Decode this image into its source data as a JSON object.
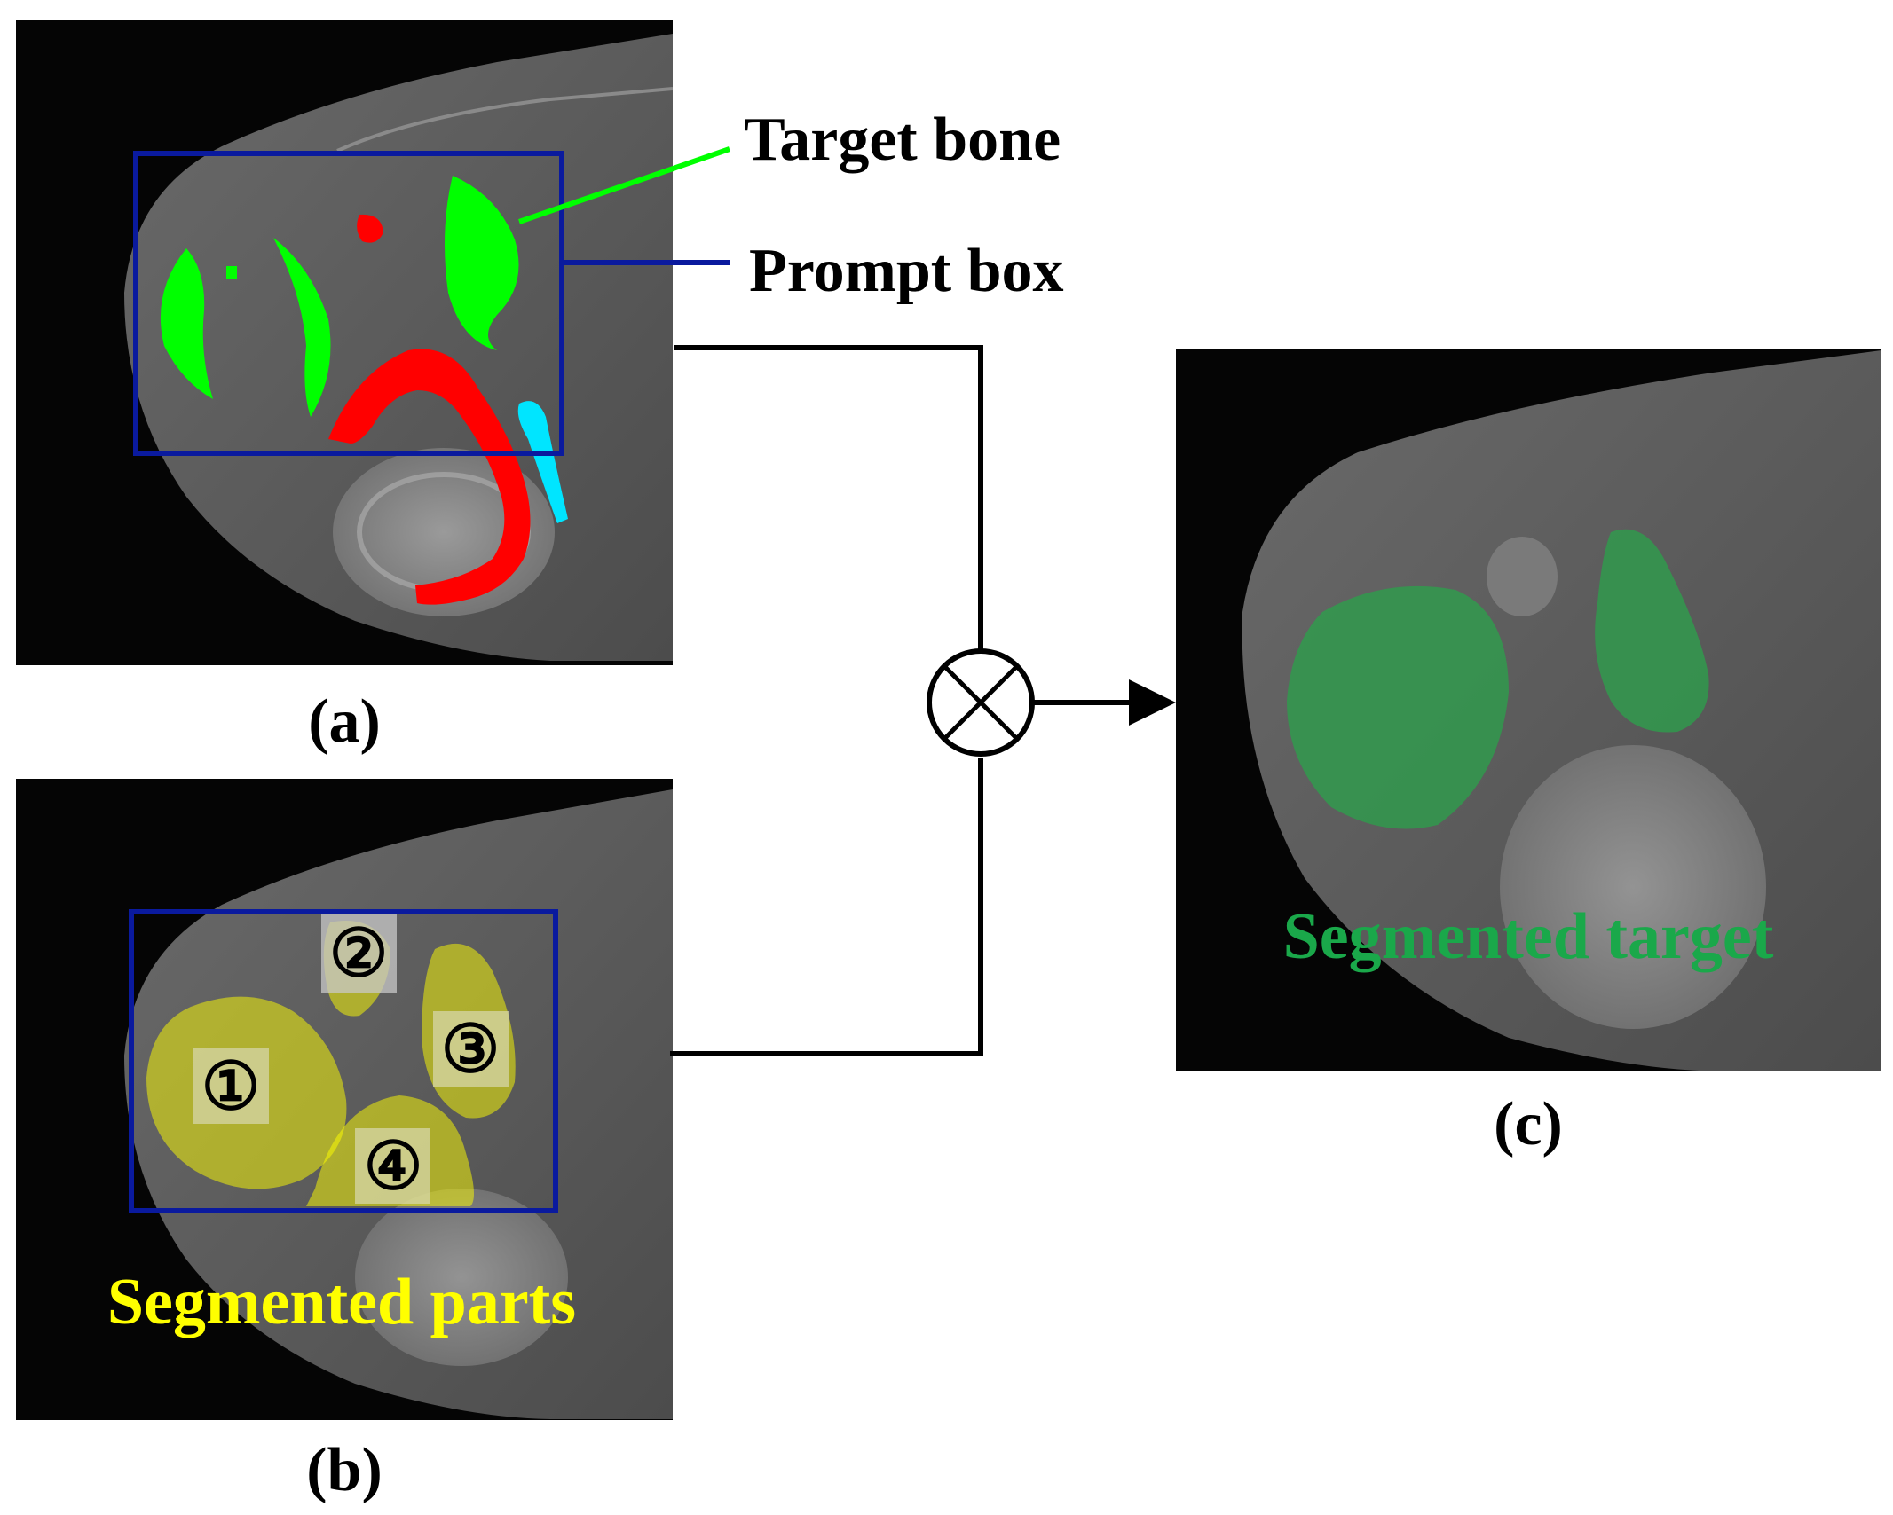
{
  "annotations": {
    "target_bone": "Target bone",
    "prompt_box": "Prompt box",
    "segmented_parts": "Segmented parts",
    "segmented_target": "Segmented target"
  },
  "captions": {
    "a": "(a)",
    "b": "(b)",
    "c": "(c)"
  },
  "part_numbers": [
    "①",
    "②",
    "③",
    "④"
  ],
  "colors": {
    "target_bone": "#00ff00",
    "prompt_box": "#0a1a9e",
    "other_bone_red": "#ff0000",
    "other_bone_cyan": "#00e5ff",
    "segmented_parts": "#ffff00",
    "segmented_target": "#1aa84a",
    "target_overlay": "#2e9e4c"
  },
  "icons": {
    "combine_operator": "circled-times-icon",
    "arrow": "arrow-right-icon"
  }
}
